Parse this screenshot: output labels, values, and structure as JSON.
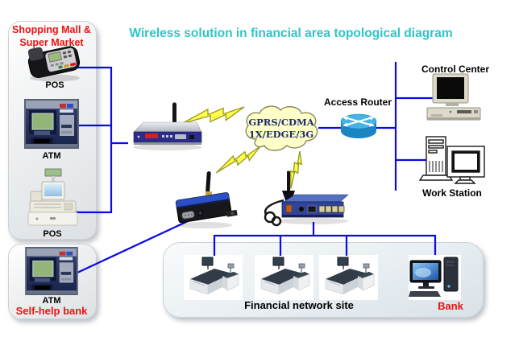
{
  "title": "Wireless solution in financial area topological diagram",
  "colors": {
    "title_teal": "#2cc6c8",
    "line_blue": "#0a0ae8",
    "label_red": "#ee1111",
    "cloud_fill": "#ffffc8",
    "cloud_stroke": "#8a8a58",
    "bolt_fill": "#ffff4c",
    "bolt_stroke": "#97971c"
  },
  "shopping_mall_box": {
    "title_line1": "Shopping Mall &",
    "title_line2": "Super Market",
    "pos_terminal_label": "POS",
    "atm_label": "ATM",
    "cash_register_label": "POS"
  },
  "self_help_box": {
    "atm_label": "ATM",
    "title": "Self-help bank"
  },
  "cloud": {
    "line1": "GPRS/CDMA",
    "line2": "1X/EDGE/3G"
  },
  "access_router_label": "Access Router",
  "control_center_label": "Control Center",
  "work_station_label": "Work Station",
  "financial_site": {
    "site_label": "Financial network site",
    "bank_label": "Bank"
  }
}
